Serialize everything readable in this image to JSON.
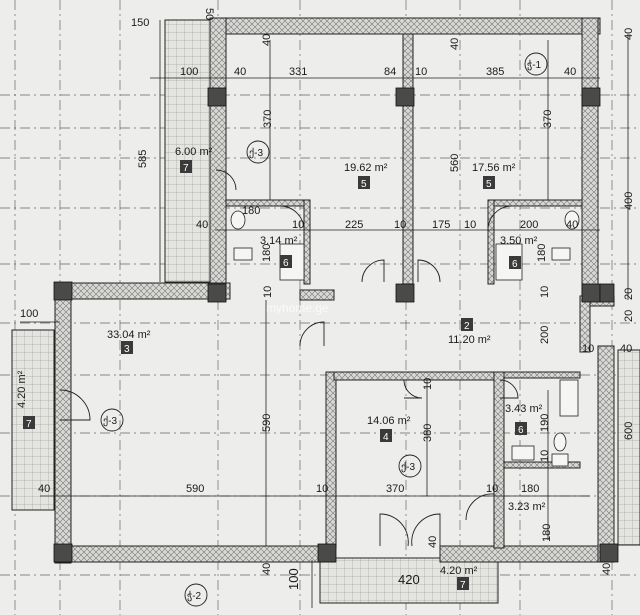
{
  "rooms": [
    {
      "id": "r1",
      "number": "3",
      "area": "33.04 m²"
    },
    {
      "id": "r2",
      "number": "2",
      "area": "11.20 m²"
    },
    {
      "id": "r3",
      "number": "4",
      "area": "14.06 m²"
    },
    {
      "id": "r4",
      "number": "5",
      "area": "19.62 m²"
    },
    {
      "id": "r5",
      "number": "5",
      "area": "17.56 m²"
    },
    {
      "id": "r6",
      "number": "6",
      "area": "3.14 m²"
    },
    {
      "id": "r7",
      "number": "6",
      "area": "3.50 m²"
    },
    {
      "id": "r8",
      "number": "6",
      "area": "3.43 m²"
    },
    {
      "id": "r9",
      "number": "",
      "area": "3.23 m²"
    },
    {
      "id": "r10",
      "number": "7",
      "area": "6.00 m²"
    },
    {
      "id": "r11",
      "number": "7",
      "area": "4.20 m²"
    },
    {
      "id": "r12",
      "number": "7",
      "area": "4.20 m²"
    }
  ],
  "dimensions": {
    "top_row": [
      "100",
      "40",
      "331",
      "84",
      "10",
      "385",
      "40"
    ],
    "top_left_150": "150",
    "top_40_a": "40",
    "top_40_b": "40",
    "top_right_40": "40",
    "left_585": "585",
    "v370_left": "370",
    "v370_right": "370",
    "v560": "560",
    "v400": "400",
    "mid_row": [
      "40",
      "180",
      "10",
      "225",
      "10",
      "175",
      "10",
      "200",
      "40"
    ],
    "v180_a": "180",
    "v180_b": "180",
    "h100_left": "100",
    "v10_a": "10",
    "v10_b": "10",
    "v20_a": "20",
    "v20_b": "20",
    "v200": "200",
    "v590": "590",
    "v380": "380",
    "v190": "190",
    "v10_c": "10",
    "v10_d": "10",
    "v10_e": "10",
    "v40_e": "40",
    "v600": "600",
    "bottom_row": [
      "40",
      "590",
      "10",
      "370",
      "10",
      "180"
    ],
    "v180_c": "180",
    "v40_bl": "40",
    "v40_bm": "40",
    "v40_br": "40",
    "b100": "100",
    "b420": "420",
    "b50": "50"
  },
  "section_marks": {
    "s1": "ჭ-1",
    "s2": "ჭ-2",
    "s3a": "ქ-3",
    "s3b": "ქ-3",
    "s3c": "ქ-3"
  },
  "watermark": "myhome.ge",
  "colors": {
    "wall": "#8a8a88",
    "column": "#4a4a48",
    "line": "#1a1a1a",
    "paper": "#ededeb"
  }
}
